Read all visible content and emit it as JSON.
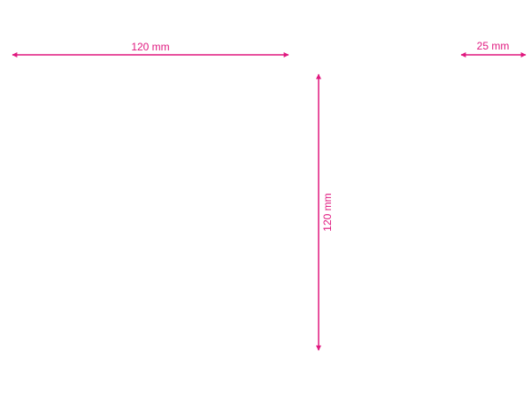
{
  "colors": {
    "dimension": "#e0187f",
    "background": "#ffffff"
  },
  "dimensions": {
    "width": {
      "label": "120 mm"
    },
    "height": {
      "label": "120 mm"
    },
    "depth": {
      "label": "25 mm"
    }
  }
}
